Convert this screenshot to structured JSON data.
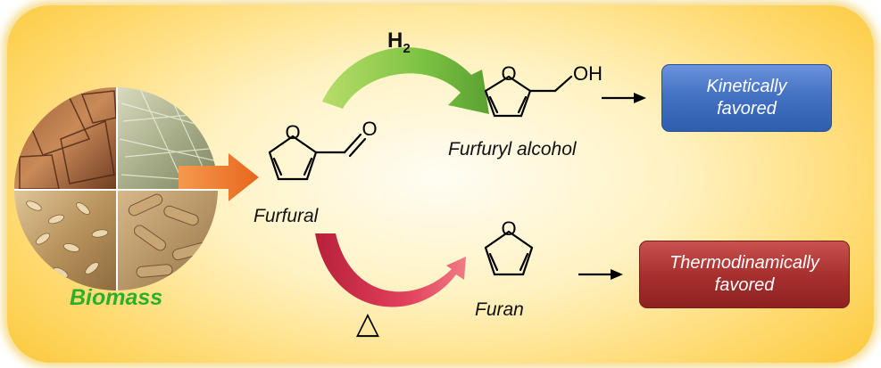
{
  "labels": {
    "biomass": "Biomass",
    "furfural": "Furfural",
    "furfuryl_alcohol": "Furfuryl alcohol",
    "furan": "Furan"
  },
  "reagents": {
    "h2": "H",
    "h2_subscript": "2",
    "heat": "△"
  },
  "atoms": {
    "oxygen": "O",
    "hydroxyl": "OH"
  },
  "outcomes": {
    "kinetic_line1": "Kinetically",
    "kinetic_line2": "favored",
    "thermo_line1": "Thermodinamically",
    "thermo_line2": "favored"
  },
  "colors": {
    "biomass_text": "#2fae2a",
    "hydrogenation_arrow": "#7cc242",
    "decarbonylation_arrow": "#e0405a",
    "feed_arrow": "#f07a28",
    "kinetic_box": "#4472c4",
    "thermo_box": "#a8302f"
  }
}
